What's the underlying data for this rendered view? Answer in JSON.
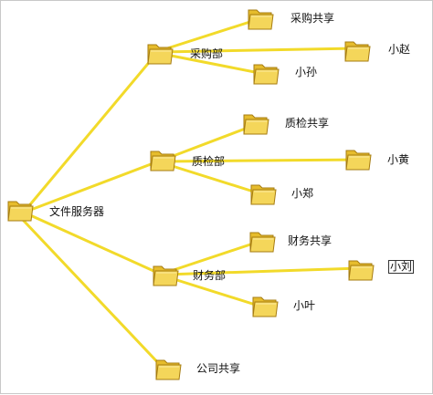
{
  "diagram": {
    "root": {
      "label": "文件服务器"
    },
    "departments": [
      {
        "label": "采购部",
        "children": [
          {
            "label": "采购共享"
          },
          {
            "label": "小赵"
          },
          {
            "label": "小孙"
          }
        ]
      },
      {
        "label": "质检部",
        "children": [
          {
            "label": "质检共享"
          },
          {
            "label": "小黄"
          },
          {
            "label": "小郑"
          }
        ]
      },
      {
        "label": "财务部",
        "children": [
          {
            "label": "财务共享"
          },
          {
            "label": "小刘"
          },
          {
            "label": "小叶"
          }
        ]
      }
    ],
    "shared": {
      "label": "公司共享"
    }
  },
  "colors": {
    "connector": "#f2da2a",
    "folder_body": "#f4d65a",
    "folder_back": "#e6bc2c",
    "folder_outline": "#a67c12"
  }
}
